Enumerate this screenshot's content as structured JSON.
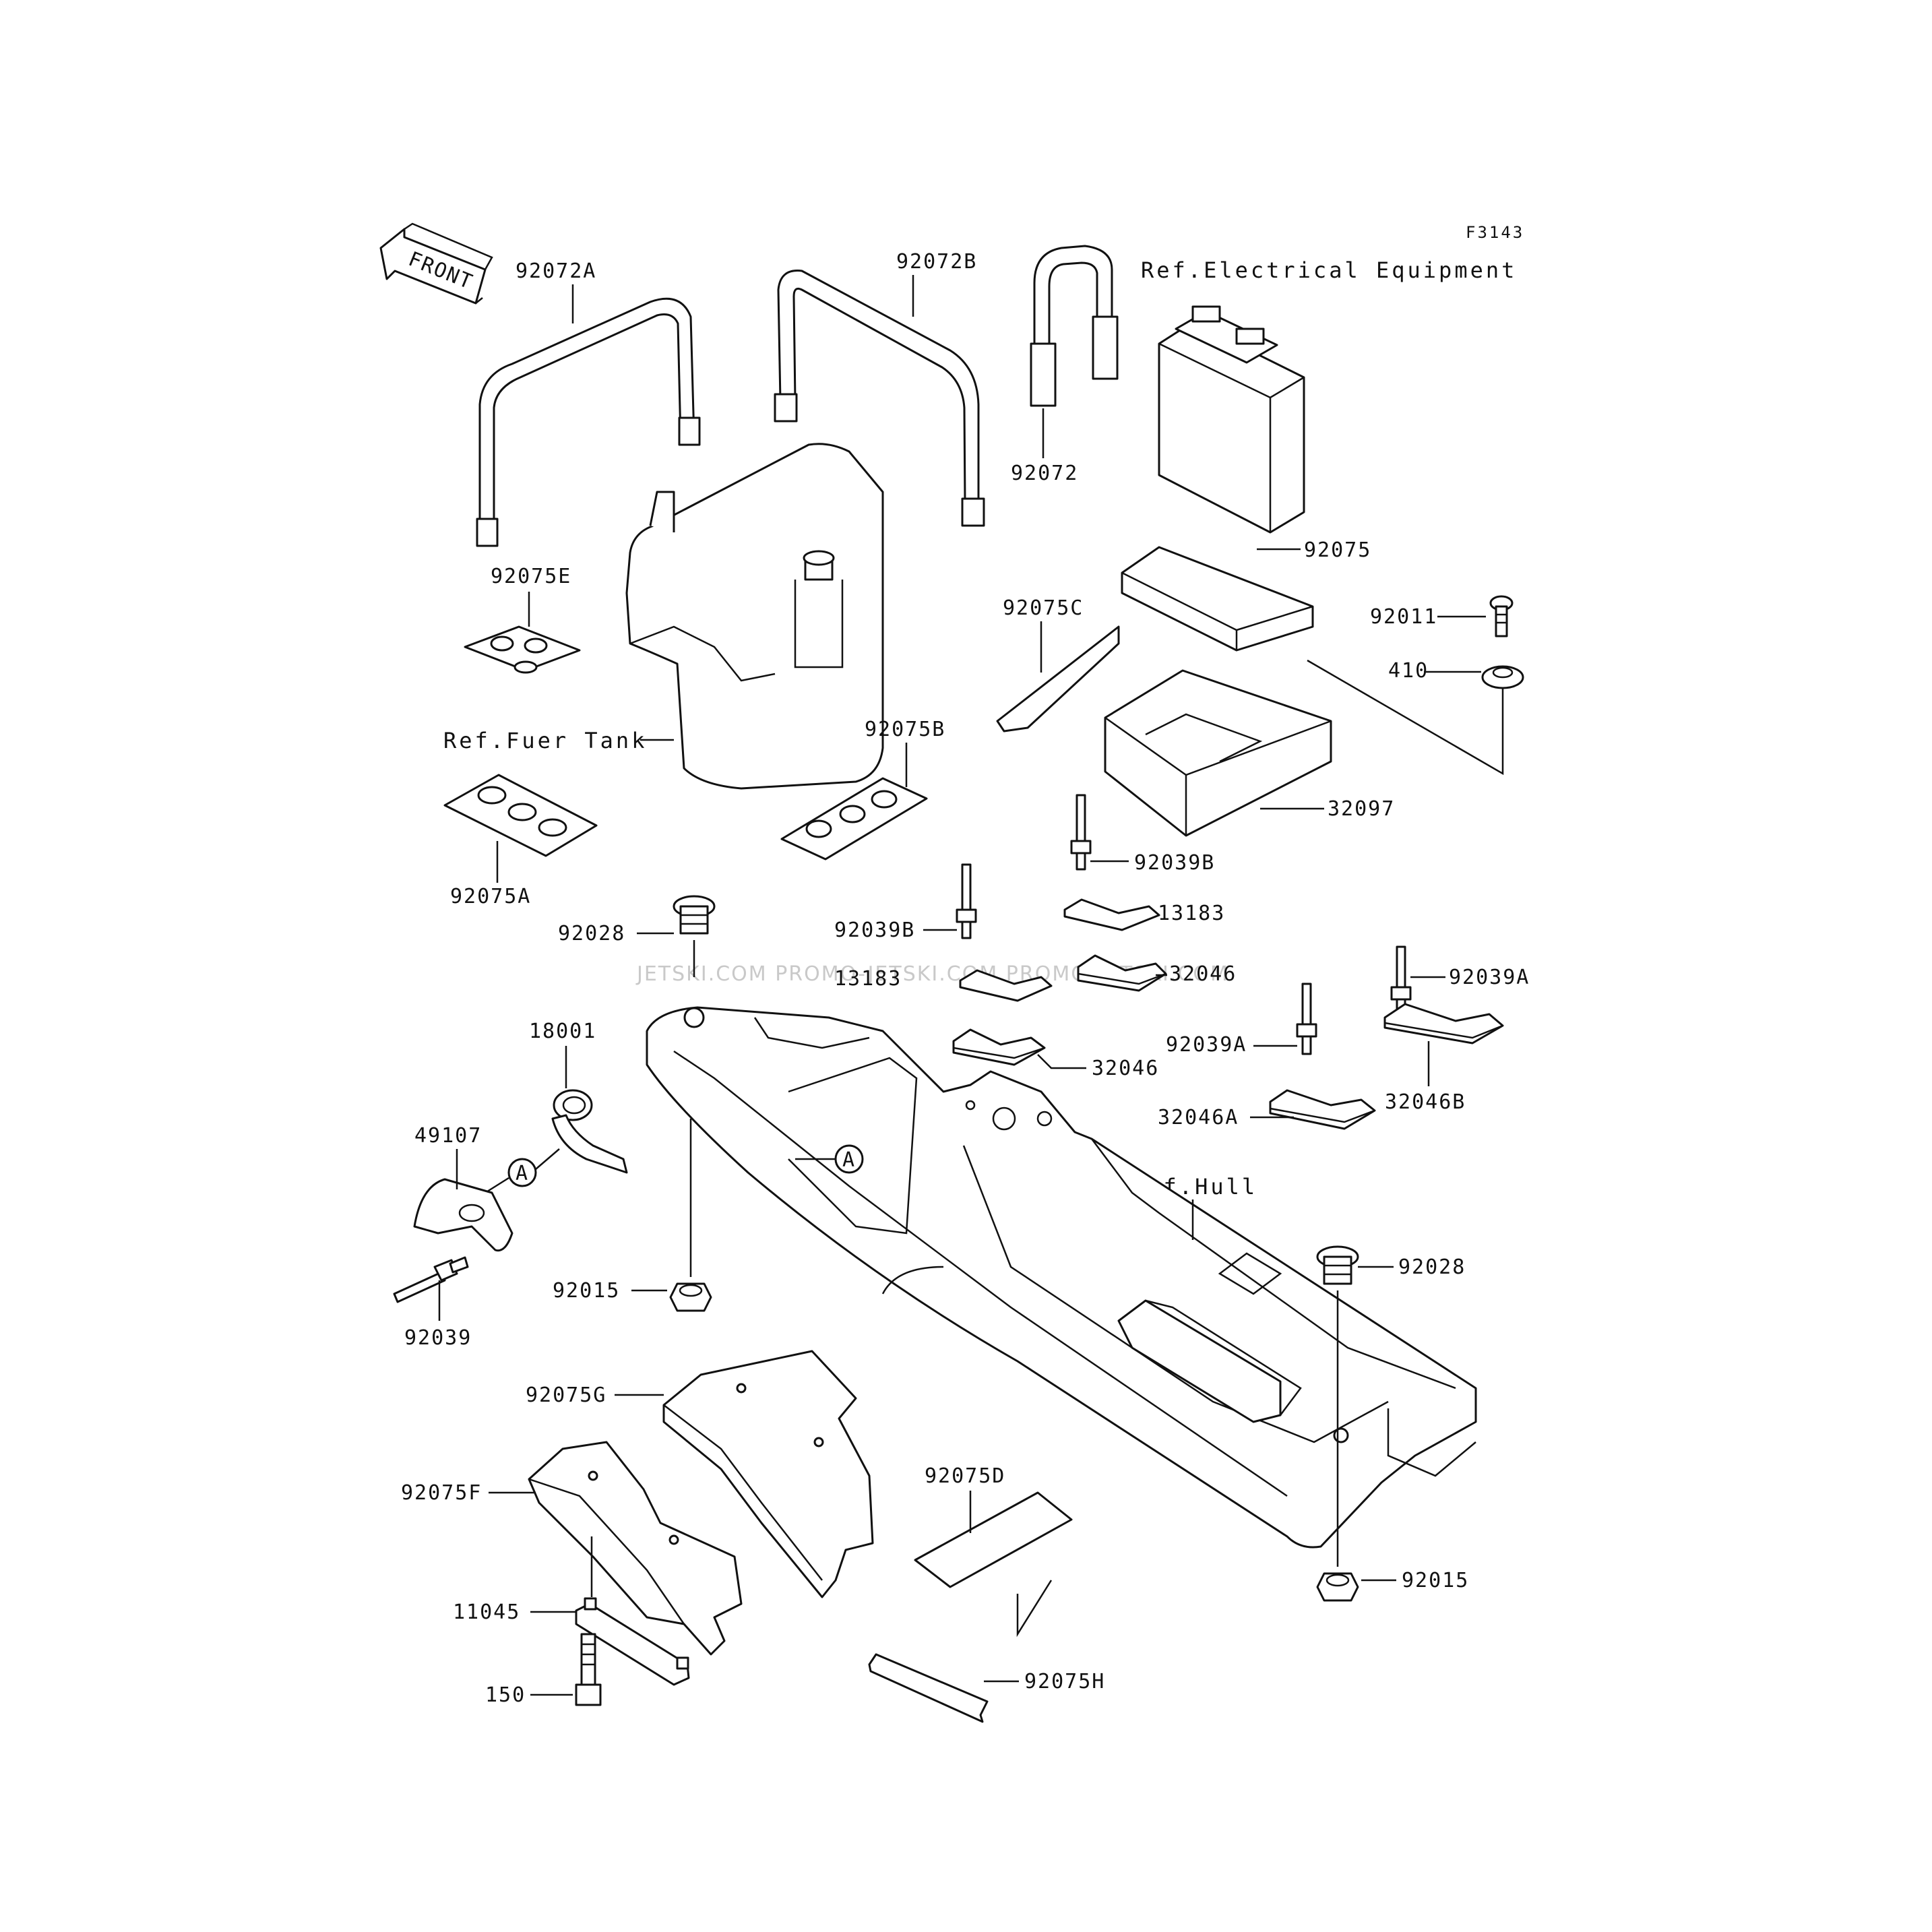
{
  "diagram": {
    "figure_code": "F3143",
    "front_label": "FRONT",
    "watermark": "JETSKI.COM  PROMO-JETSKI.COM  PROMO-JETSKI.COM",
    "references": {
      "electrical": "Ref.Electrical Equipment",
      "fuel_tank": "Ref.Fuer Tank",
      "hull": "Ref.Hull"
    },
    "callout_marker": "A",
    "parts": {
      "p92072A": "92072A",
      "p92072B": "92072B",
      "p92072": "92072",
      "p92075": "92075",
      "p92075E": "92075E",
      "p92075C": "92075C",
      "p92011": "92011",
      "p410": "410",
      "p92075B": "92075B",
      "p32097": "32097",
      "p92075A": "92075A",
      "p92039B_1": "92039B",
      "p92039B_2": "92039B",
      "p13183_1": "13183",
      "p13183_2": "13183",
      "p32046_1": "32046",
      "p32046_2": "32046",
      "p92028_1": "92028",
      "p92039A_1": "92039A",
      "p92039A_2": "92039A",
      "p18001": "18001",
      "p32046B": "32046B",
      "p32046A": "32046A",
      "p49107": "49107",
      "p92015_1": "92015",
      "p92028_2": "92028",
      "p92039": "92039",
      "p92075G": "92075G",
      "p92075D": "92075D",
      "p92075F": "92075F",
      "p92015_2": "92015",
      "p11045": "11045",
      "p150": "150",
      "p92075H": "92075H"
    }
  }
}
